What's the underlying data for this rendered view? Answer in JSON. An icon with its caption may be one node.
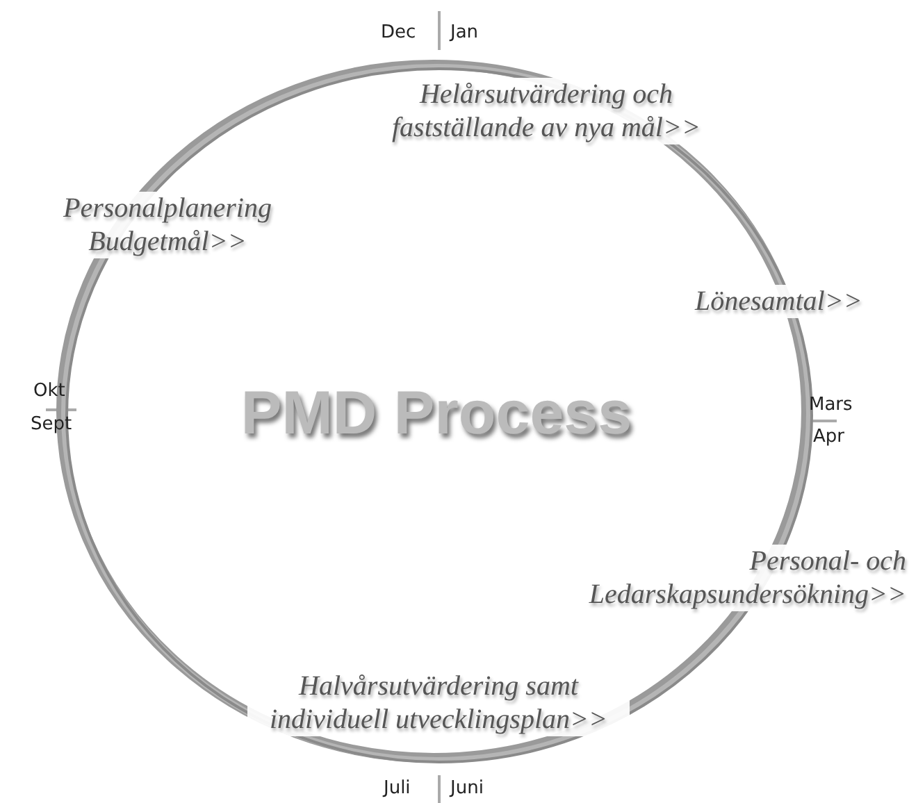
{
  "diagram": {
    "nodes": [
      {
        "text": [
          "PMD Process"
        ]
      }
    ],
    "labels": [
      "Dec",
      "Jan",
      "Helårsutvärdering och fastställande av nya mål>>",
      "Personalplanering Budgetmål>>",
      "Lönesamtal>>",
      "Okt",
      "Sept",
      "Mars",
      "Apr",
      "Personal- och Ledarskapsundersökning>>",
      "Halvårsutvärdering samt individuell utvecklingsplan>>",
      "Juli",
      "Juni"
    ]
  }
}
